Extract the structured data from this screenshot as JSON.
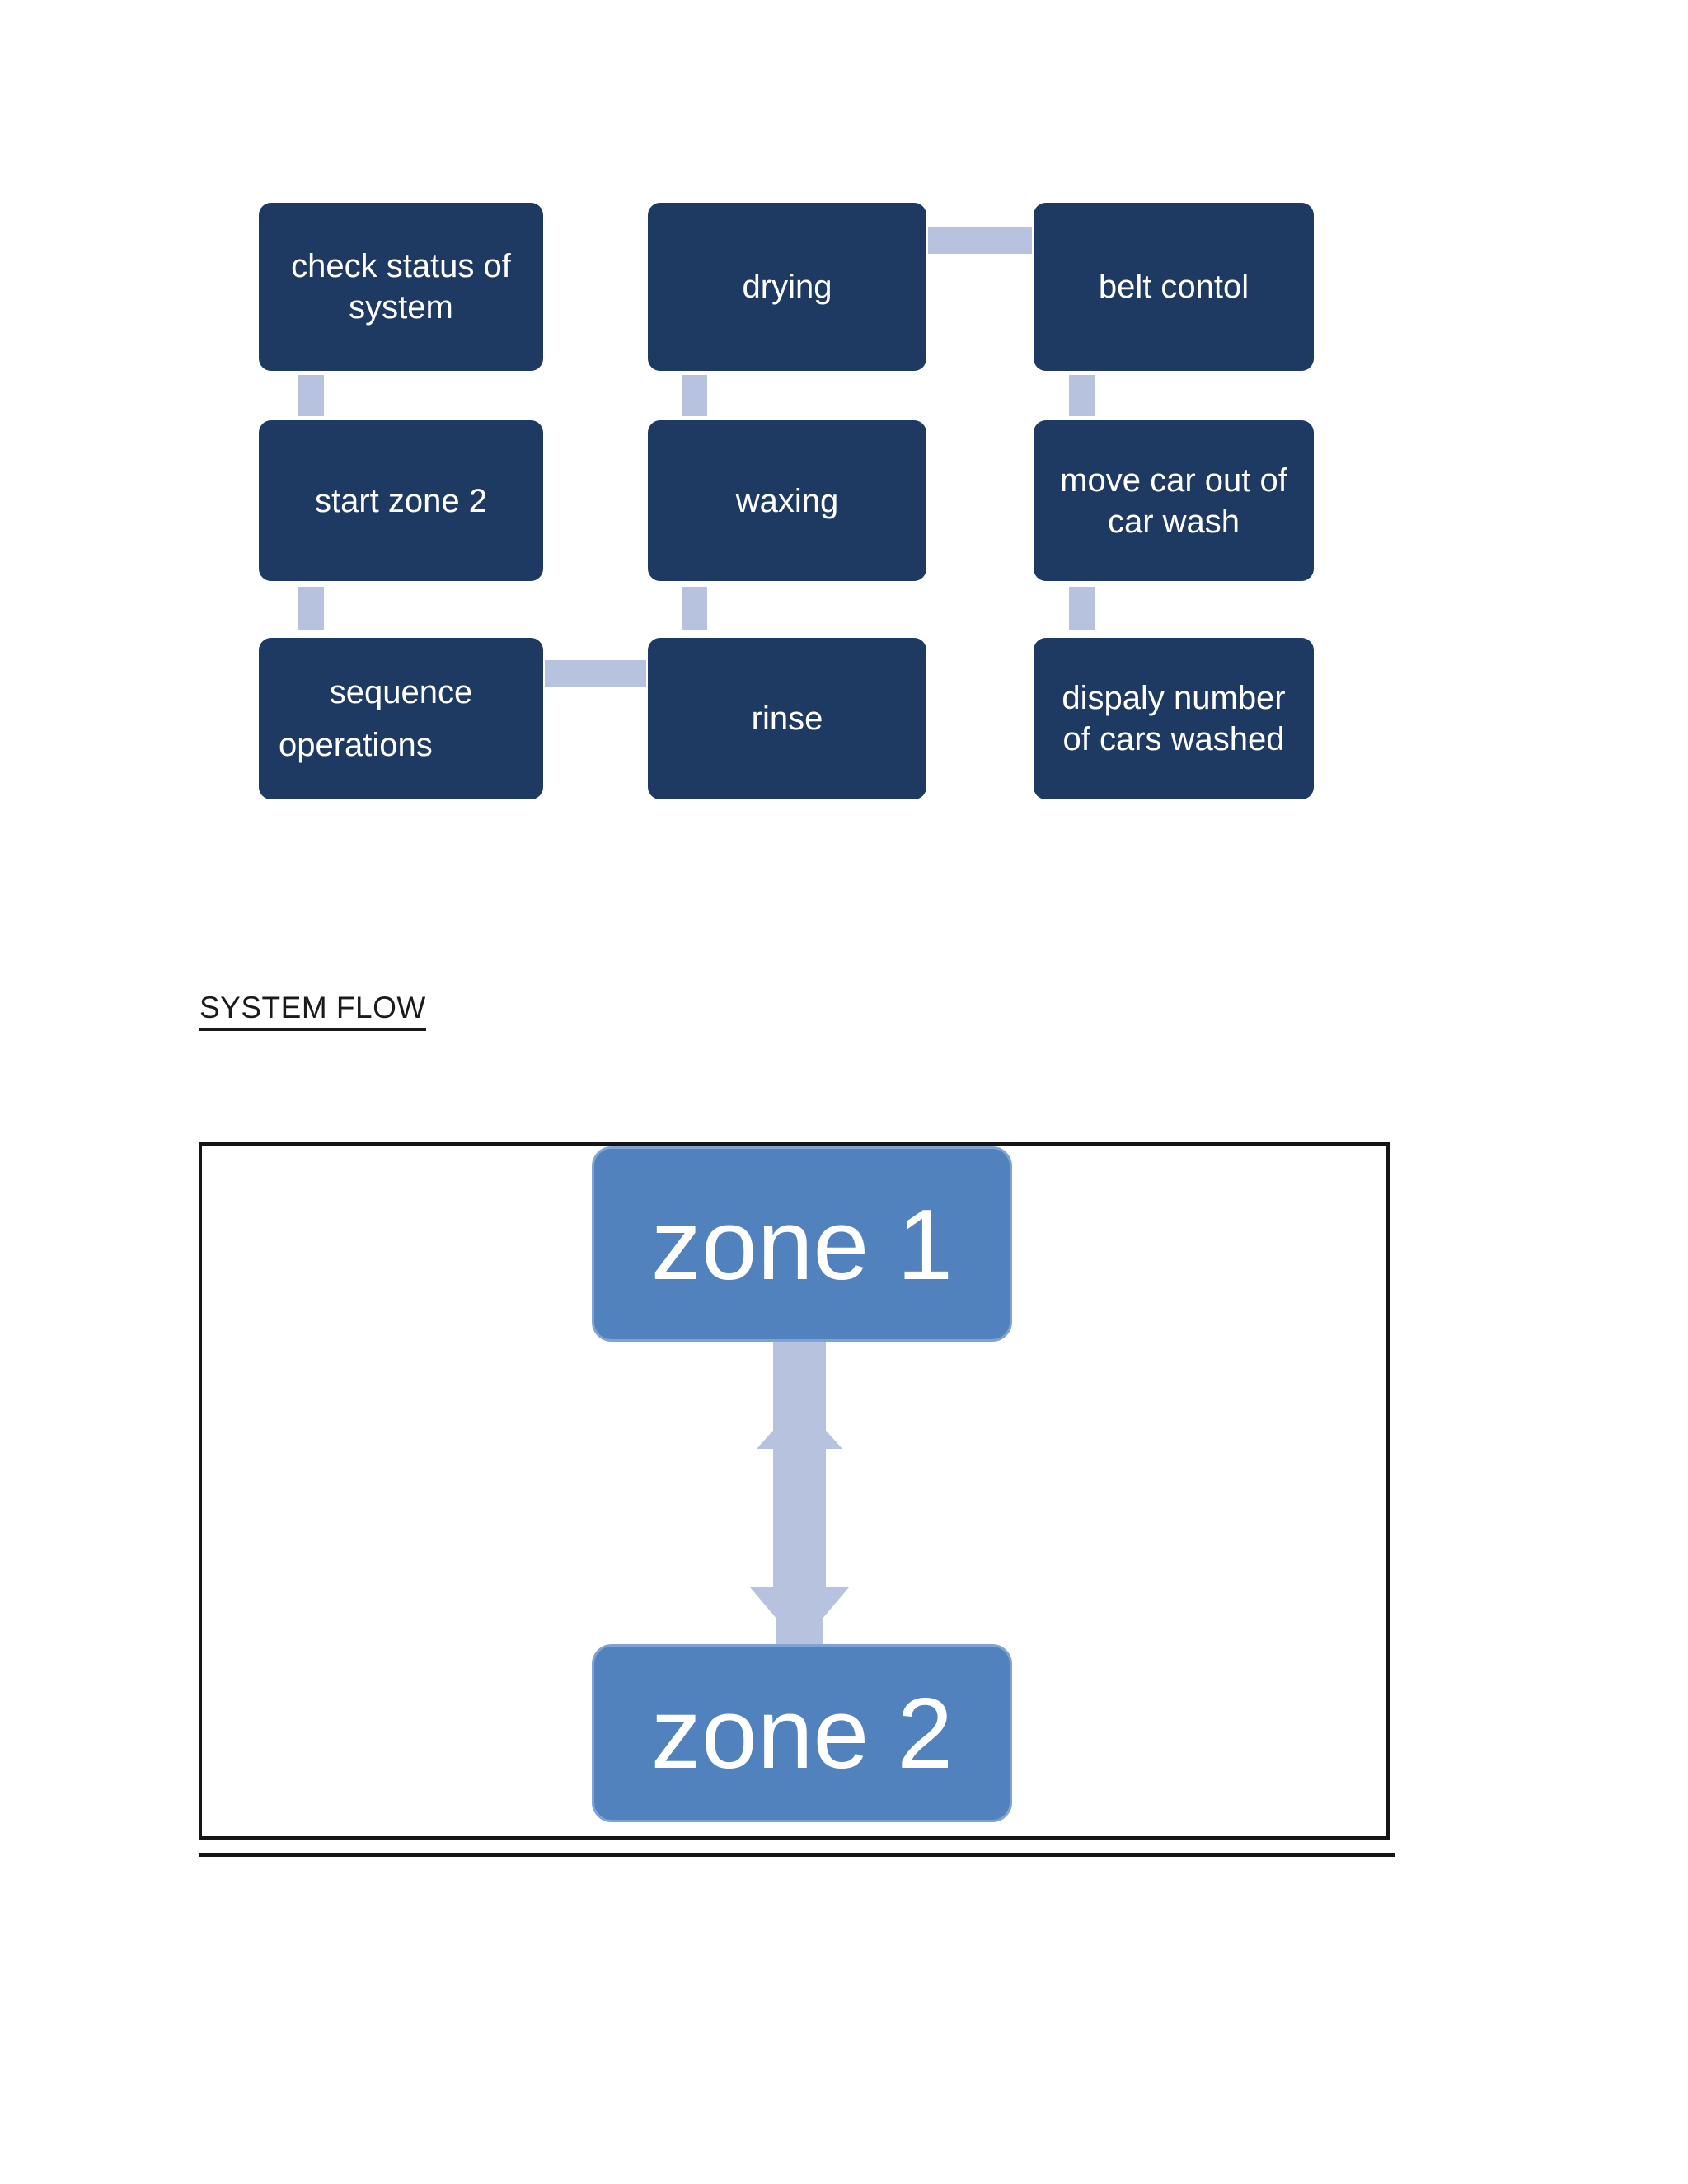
{
  "flowchart": {
    "boxes": [
      {
        "lines": [
          "check status of",
          "system"
        ]
      },
      {
        "lines": [
          "start zone 2"
        ]
      },
      {
        "lines": [
          "sequence",
          "operations"
        ]
      },
      {
        "lines": [
          "drying"
        ]
      },
      {
        "lines": [
          "waxing"
        ]
      },
      {
        "lines": [
          "rinse"
        ]
      },
      {
        "lines": [
          "belt contol"
        ]
      },
      {
        "lines": [
          "move car out of",
          "car wash"
        ]
      },
      {
        "lines": [
          "dispaly number",
          "of cars washed"
        ]
      }
    ]
  },
  "heading": {
    "text": "SYSTEM FLOW"
  },
  "system_flow": {
    "zone1_label": "zone 1",
    "zone2_label": "zone 2"
  },
  "colors": {
    "page_bg": "#ffffff",
    "box_fill": "#1e3a62",
    "box_text": "#ffffff",
    "connector": "#b7c3de",
    "heading_color": "#1a1a1a",
    "frame_border": "#151515",
    "zone_fill": "#5282bd",
    "zone_border": "#7fa3d4",
    "zone_text": "#ffffff",
    "arrow": "#b7c3de"
  }
}
